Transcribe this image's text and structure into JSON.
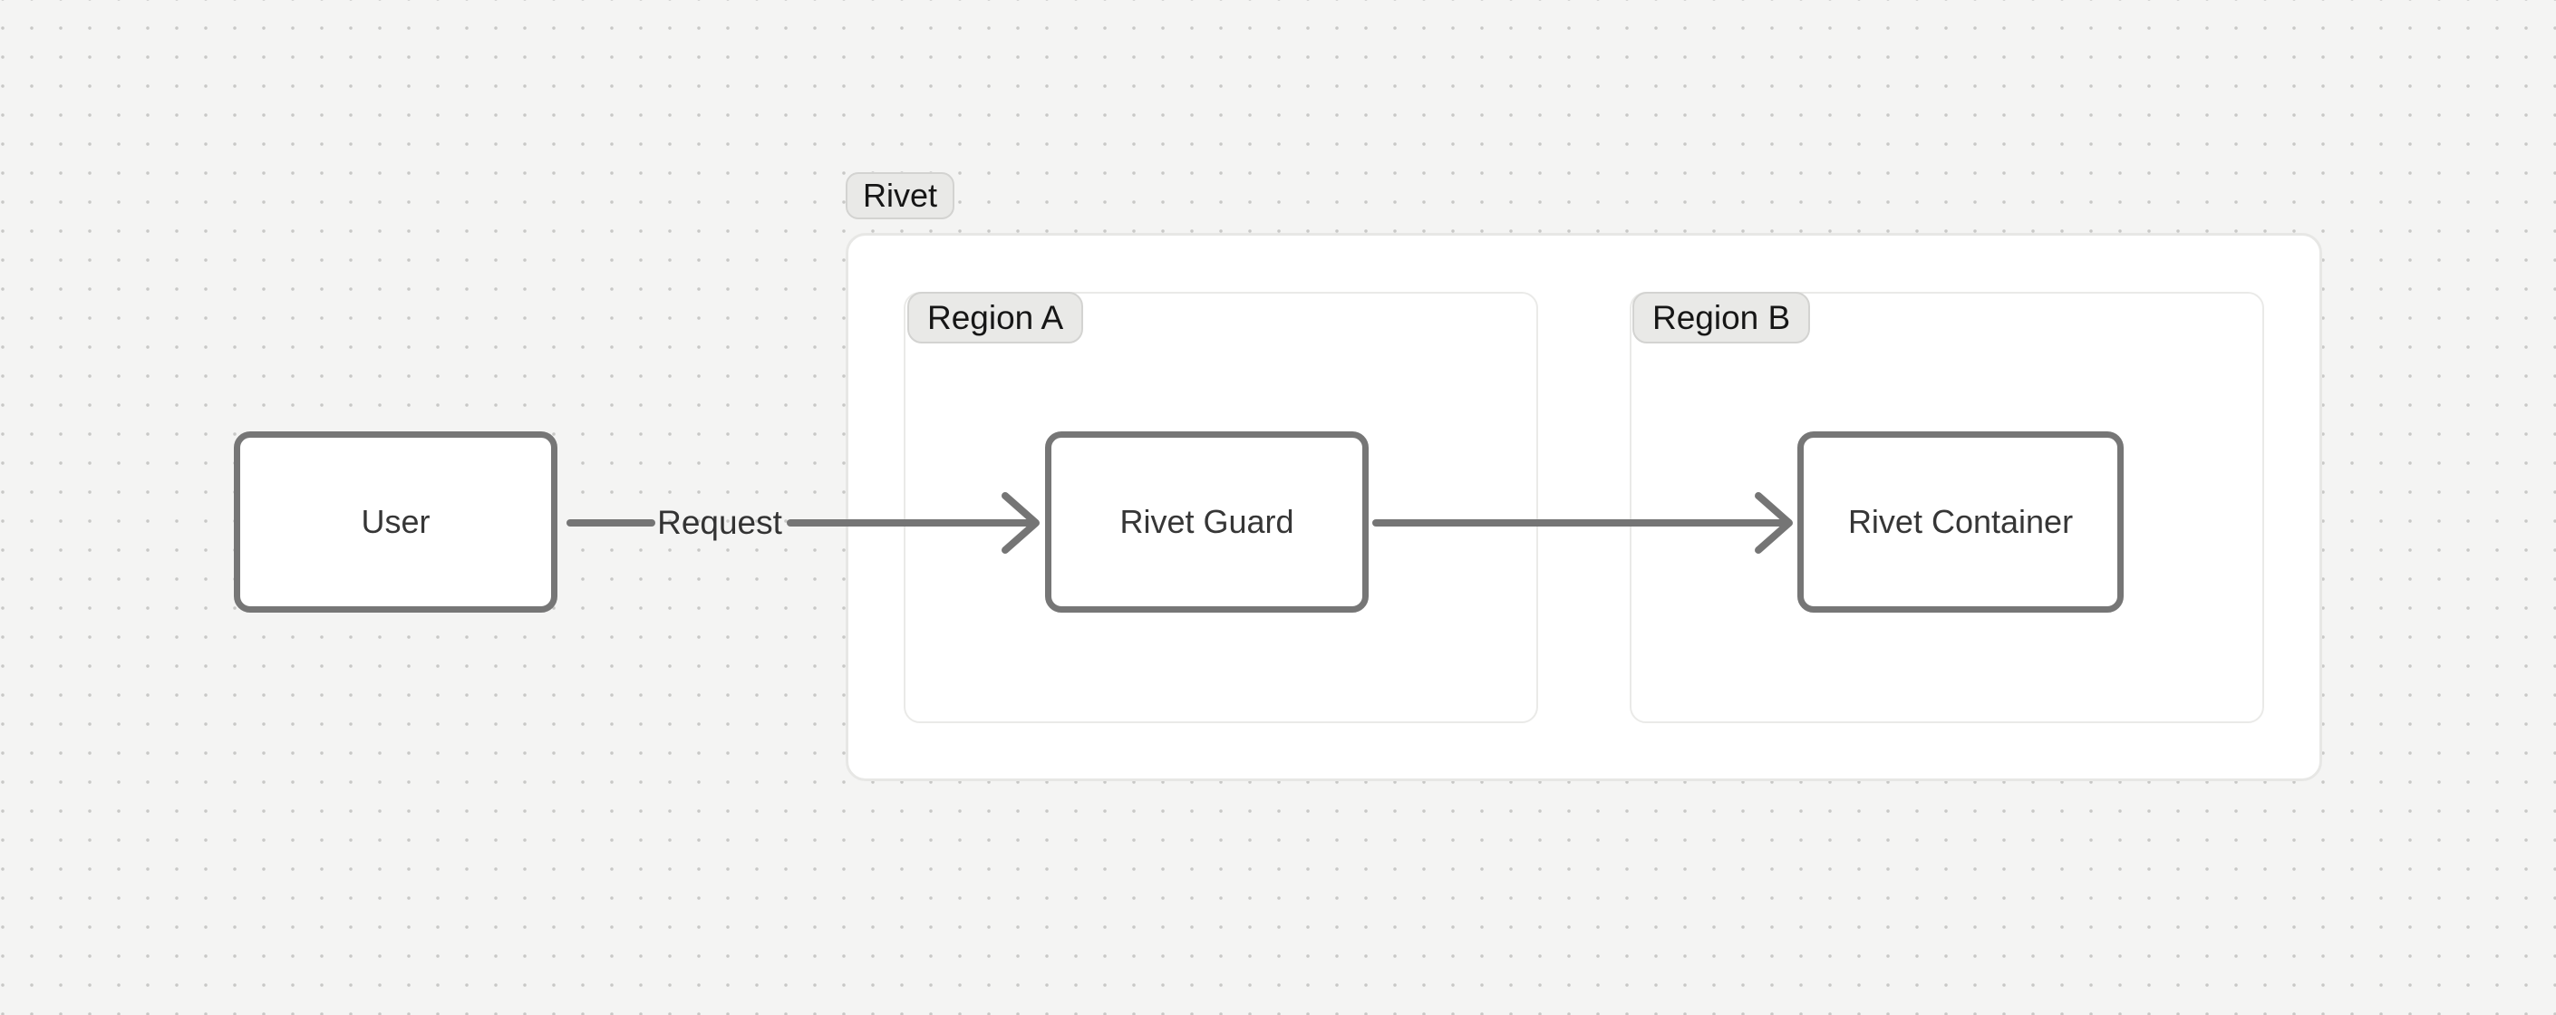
{
  "canvas": {
    "background_color": "#f4f4f3",
    "dot_color": "#c8c8c6"
  },
  "groups": {
    "rivet": {
      "label": "Rivet"
    },
    "region_a": {
      "label": "Region A"
    },
    "region_b": {
      "label": "Region B"
    }
  },
  "nodes": {
    "user": {
      "label": "User"
    },
    "rivet_guard": {
      "label": "Rivet Guard"
    },
    "rivet_container": {
      "label": "Rivet Container"
    }
  },
  "edges": {
    "user_to_guard": {
      "label": "Request"
    },
    "guard_to_container": {
      "label": ""
    }
  },
  "colors": {
    "node_border": "#767676",
    "edge_stroke": "#757575",
    "pill_background": "#e9e9e7",
    "pill_border": "#d3d3d1",
    "group_border": "#e7e7e5",
    "text": "#363636"
  }
}
